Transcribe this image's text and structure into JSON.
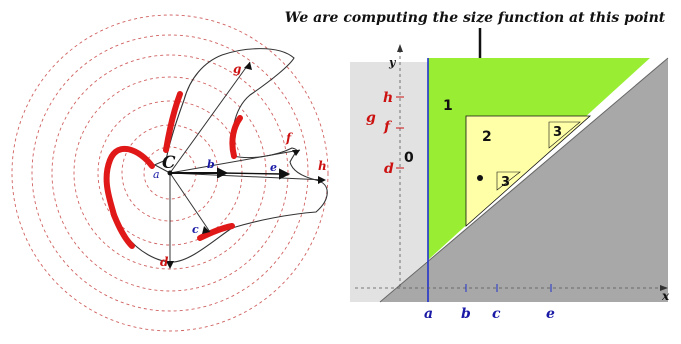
{
  "caption": "We are computing the size function at this point",
  "left_figure": {
    "center_label": "C",
    "point_labels": {
      "a": "a",
      "b": "b",
      "c": "c",
      "d": "d",
      "e": "e",
      "f": "f",
      "g": "g",
      "h": "h"
    }
  },
  "right_figure": {
    "axis_x": "x",
    "axis_y": "y",
    "y_labels": {
      "h": "h",
      "g": "g",
      "f": "f",
      "d": "d"
    },
    "x_labels": {
      "a": "a",
      "b": "b",
      "c": "c",
      "e": "e"
    },
    "regions": {
      "r0": "0",
      "r1": "1",
      "r2": "2",
      "r3a": "3",
      "r3b": "3"
    }
  },
  "colors": {
    "red_label": "#cc1111",
    "blue_label": "#1a1aa6",
    "green": "#99ee33",
    "light_yellow": "#ffffa8",
    "gray": "#a8a8a8",
    "light_gray": "#e2e2e2",
    "blue_line": "#2233cc",
    "curve_red": "#e01818"
  }
}
